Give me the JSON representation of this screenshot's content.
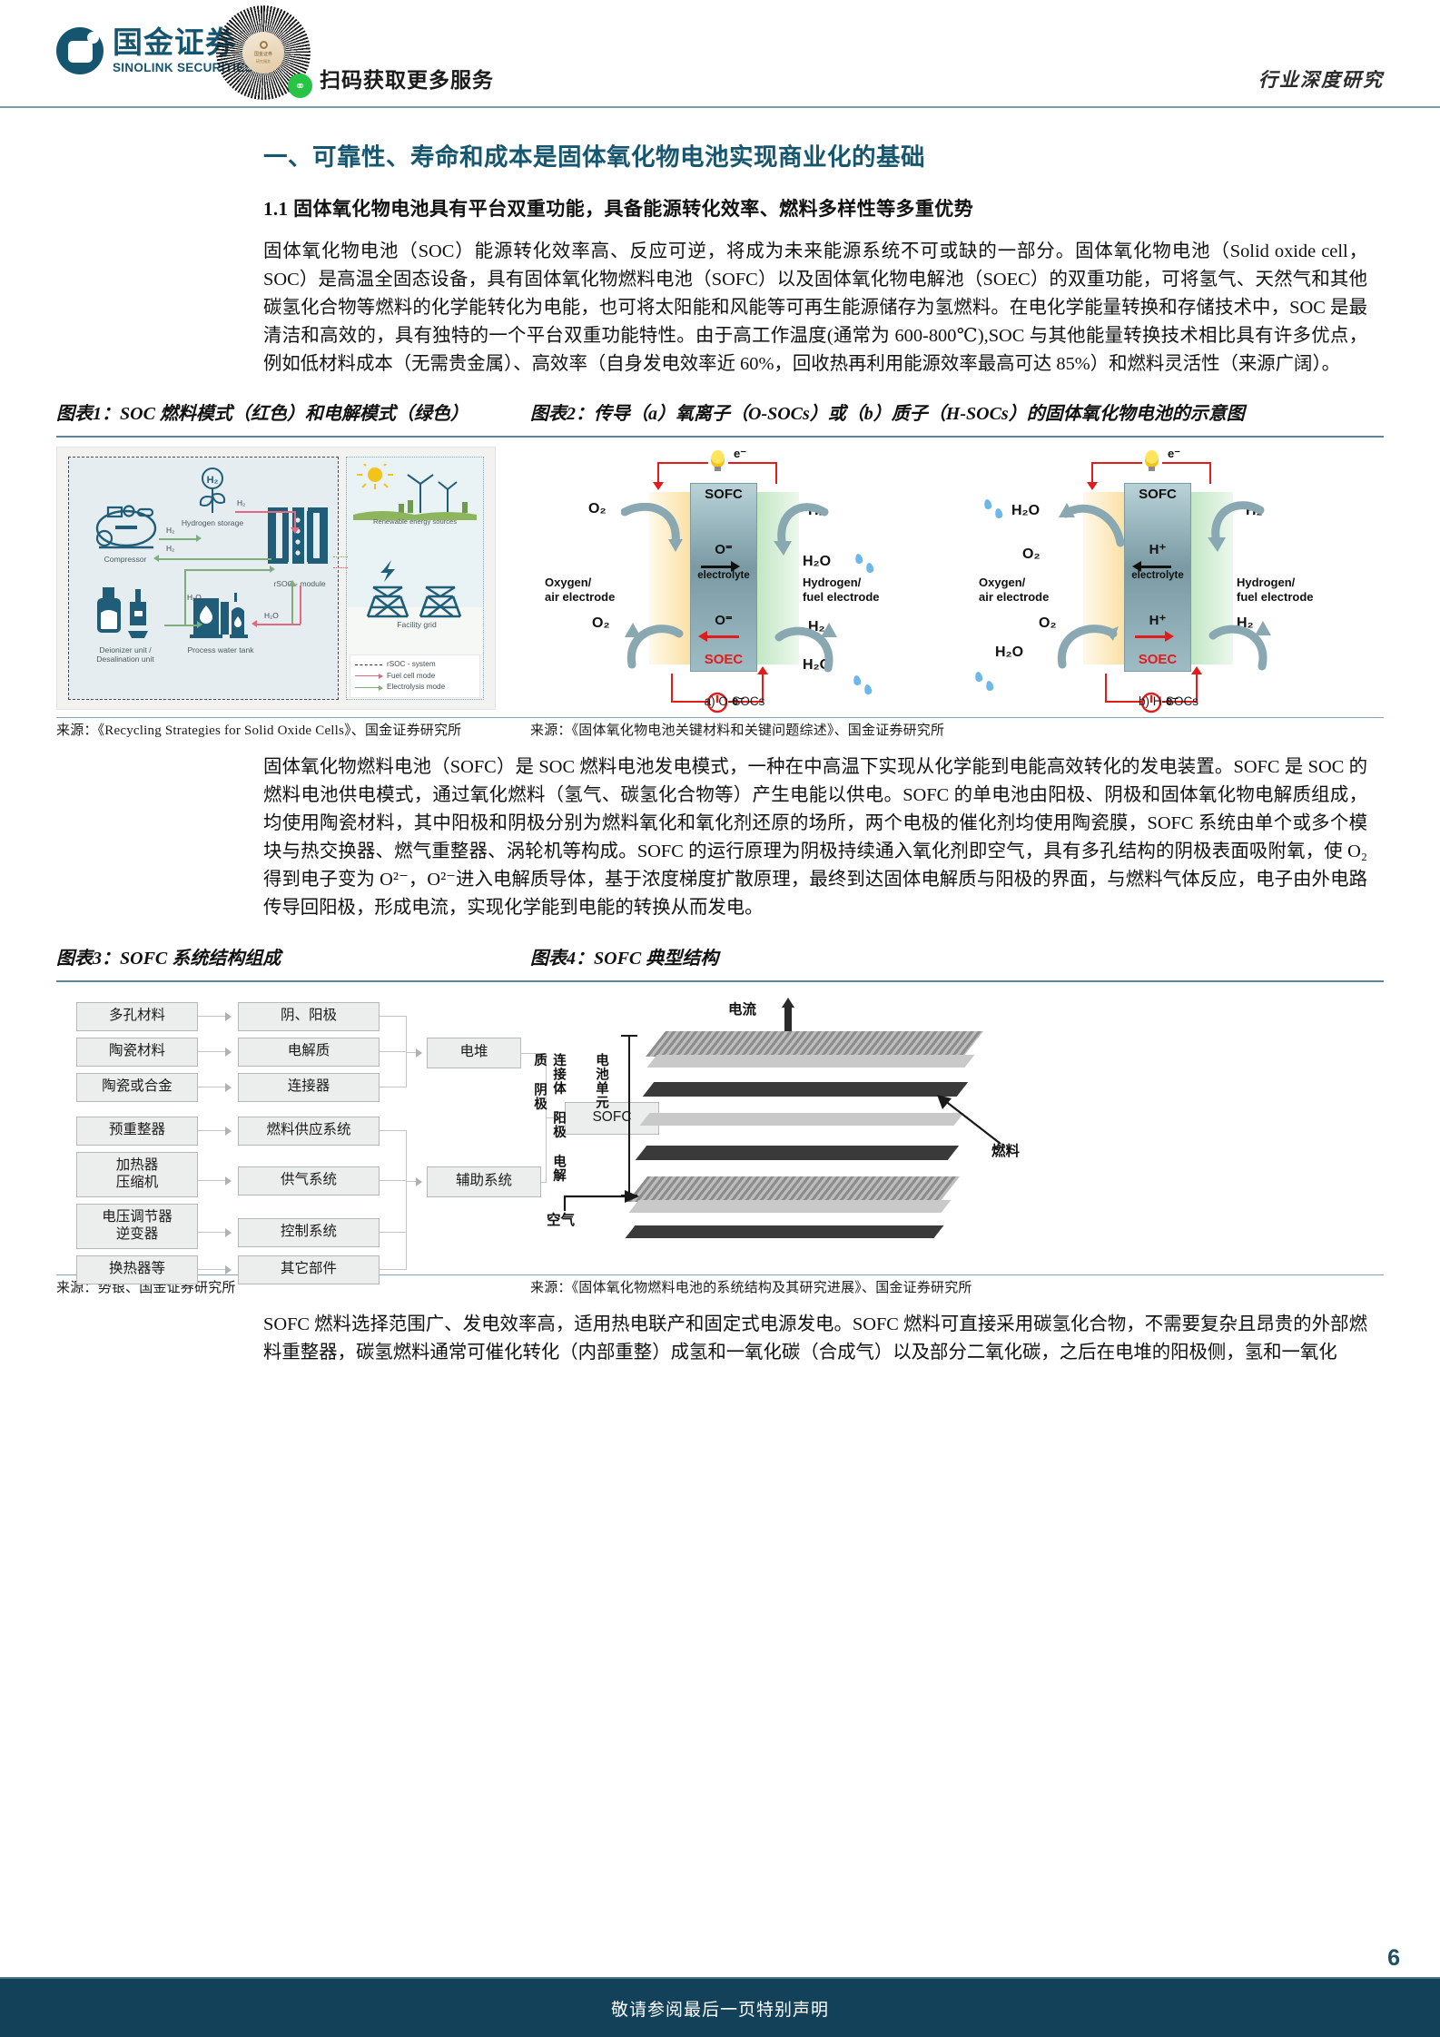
{
  "header": {
    "logo_cn": "国金证券",
    "logo_en": "SINOLINK SECURITIES",
    "qr_label": "扫码获取更多服务",
    "qr_center_line1": "国金证券",
    "qr_center_line2": "研究服务",
    "right_label": "行业深度研究"
  },
  "section": {
    "title": "一、可靠性、寿命和成本是固体氧化物电池实现商业化的基础",
    "subtitle": "1.1 固体氧化物电池具有平台双重功能，具备能源转化效率、燃料多样性等多重优势",
    "paragraph1": "固体氧化物电池（SOC）能源转化效率高、反应可逆，将成为未来能源系统不可或缺的一部分。固体氧化物电池（Solid oxide cell，SOC）是高温全固态设备，具有固体氧化物燃料电池（SOFC）以及固体氧化物电解池（SOEC）的双重功能，可将氢气、天然气和其他碳氢化合物等燃料的化学能转化为电能，也可将太阳能和风能等可再生能源储存为氢燃料。在电化学能量转换和存储技术中，SOC 是最清洁和高效的，具有独特的一个平台双重功能特性。由于高工作温度(通常为 600-800℃),SOC 与其他能量转换技术相比具有许多优点，例如低材料成本（无需贵金属）、高效率（自身发电效率近 60%，回收热再利用能源效率最高可达 85%）和燃料灵活性（来源广阔）。",
    "paragraph2": "固体氧化物燃料电池（SOFC）是 SOC 燃料电池发电模式，一种在中高温下实现从化学能到电能高效转化的发电装置。SOFC 是 SOC 的燃料电池供电模式，通过氧化燃料（氢气、碳氢化合物等）产生电能以供电。SOFC 的单电池由阳极、阴极和固体氧化物电解质组成，均使用陶瓷材料，其中阳极和阴极分别为燃料氧化和氧化剂还原的场所，两个电极的催化剂均使用陶瓷膜，SOFC 系统由单个或多个模块与热交换器、燃气重整器、涡轮机等构成。SOFC 的运行原理为阴极持续通入氧化剂即空气，具有多孔结构的阴极表面吸附氧，使 O₂得到电子变为 O²⁻，O²⁻进入电解质导体，基于浓度梯度扩散原理，最终到达固体电解质与阳极的界面，与燃料气体反应，电子由外电路传导回阳极，形成电流，实现化学能到电能的转换从而发电。",
    "paragraph3": "SOFC 燃料选择范围广、发电效率高，适用热电联产和固定式电源发电。SOFC 燃料可直接采用碳氢化合物，不需要复杂且昂贵的外部燃料重整器，碳氢燃料通常可催化转化（内部重整）成氢和一氧化碳（合成气）以及部分二氧化碳，之后在电堆的阳极侧，氢和一氧化"
  },
  "figures": {
    "fig1": {
      "caption": "图表1：SOC 燃料模式（红色）和电解模式（绿色）",
      "source": "来源：《Recycling Strategies for Solid Oxide Cells》、国金证券研究所",
      "labels": {
        "h2_tag": "H₂",
        "hydrogen_storage": "Hydrogen storage",
        "compressor": "Compressor",
        "deionizer": "Deionizer unit /\nDesalination unit",
        "process_water_tank": "Process water tank",
        "rsoc_module": "rSOC - module",
        "renewable": "Renewable energy sources",
        "facility_grid": "Facility grid",
        "chem_h2": "H₂",
        "chem_h2o": "H₂O"
      },
      "legend": [
        {
          "style": "dash",
          "text": "rSOC - system"
        },
        {
          "style": "red",
          "text": "Fuel cell mode"
        },
        {
          "style": "grn",
          "text": "Electrolysis mode"
        }
      ]
    },
    "fig2": {
      "caption": "图表2：传导（a）氧离子（O-SOCs）或（b）质子（H-SOCs）的固体氧化物电池的示意图",
      "source": "来源：《固体氧化物电池关键材料和关键问题综述》、国金证券研究所",
      "panel_a": {
        "caption": "a) O-SOCs",
        "top_mode": "SOFC",
        "bottom_mode": "SOEC",
        "electrolyte": "electrolyte",
        "electron": "e⁻",
        "left_electrode": "Oxygen/\nair electrode",
        "right_electrode": "Hydrogen/\nfuel electrode",
        "ion_top": "O⁼",
        "ion_bottom": "O⁼",
        "top_left_species": "O₂",
        "bottom_left_species": "O₂",
        "top_right_species": "H₂",
        "top_right_product": "H₂O",
        "bottom_right_species": "H₂",
        "bottom_right_product": "H₂O"
      },
      "panel_b": {
        "caption": "b) H-SOCs",
        "top_mode": "SOFC",
        "bottom_mode": "SOEC",
        "electrolyte": "electrolyte",
        "electron": "e⁻",
        "left_electrode": "Oxygen/\nair electrode",
        "right_electrode": "Hydrogen/\nfuel electrode",
        "ion_top": "H⁺",
        "ion_bottom": "H⁺",
        "top_left_species": "H₂O",
        "top_left_species2": "O₂",
        "bottom_left_species": "O₂",
        "bottom_left_species2": "H₂O",
        "top_right_species": "H₂",
        "bottom_right_species": "H₂"
      }
    },
    "fig3": {
      "caption": "图表3：SOFC 系统结构组成",
      "source": "来源：势银、国金证券研究所",
      "col1": [
        "多孔材料",
        "陶瓷材料",
        "陶瓷或合金",
        "预重整器",
        "加热器\n压缩机",
        "电压调节器\n逆变器",
        "换热器等"
      ],
      "col2": [
        "阴、阳极",
        "电解质",
        "连接器",
        "燃料供应系统",
        "供气系统",
        "控制系统",
        "其它部件"
      ],
      "col3": [
        "电堆",
        "辅助系统"
      ],
      "col4": [
        "SOFC"
      ]
    },
    "fig4": {
      "caption": "图表4：SOFC 典型结构",
      "source": "来源：《固体氧化物燃料电池的系统结构及其研究进展》、国金证券研究所",
      "labels": {
        "current": "电流",
        "fuel": "燃料",
        "air": "空气",
        "stack_left": "连接体\n阳极\n电解质\n阴极",
        "stack_unit": "电池单元"
      }
    }
  },
  "footer": {
    "note": "敬请参阅最后一页特别声明",
    "page": "6"
  }
}
